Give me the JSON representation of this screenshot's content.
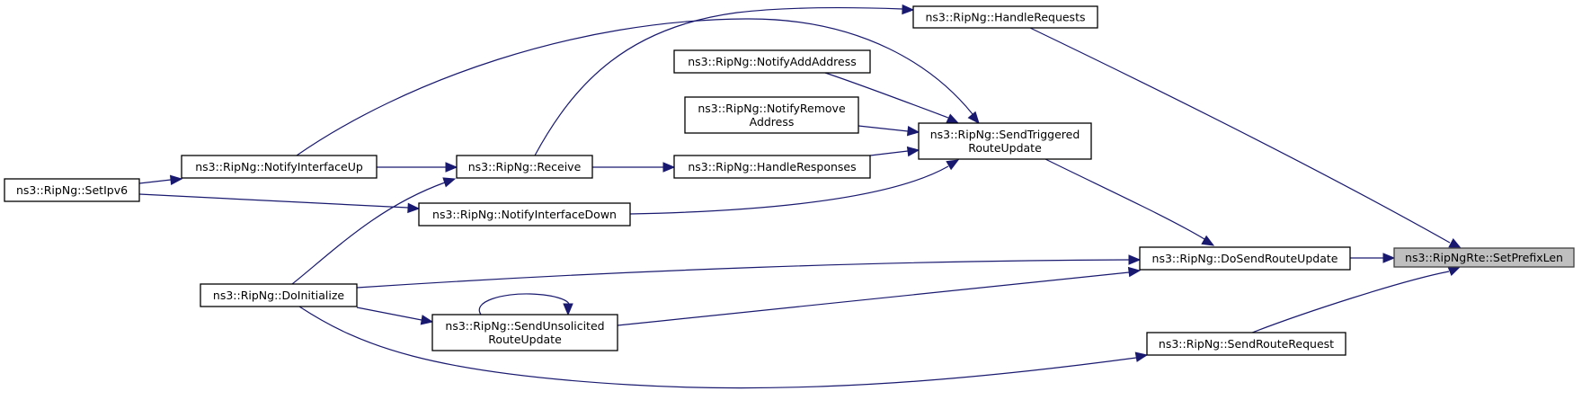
{
  "graph": {
    "type": "call-graph (caller graph)",
    "focus_node": "set_prefix_len",
    "colors": {
      "edge": "#191970",
      "focus_fill": "#bfbfbf",
      "node_fill": "#ffffff",
      "node_border": "#000000"
    },
    "nodes": [
      {
        "id": "set_prefix_len",
        "lines": [
          "ns3::RipNgRte::SetPrefixLen"
        ]
      },
      {
        "id": "handle_requests",
        "lines": [
          "ns3::RipNg::HandleRequests"
        ]
      },
      {
        "id": "notify_add_address",
        "lines": [
          "ns3::RipNg::NotifyAddAddress"
        ]
      },
      {
        "id": "notify_remove_address",
        "lines": [
          "ns3::RipNg::NotifyRemove",
          "Address"
        ]
      },
      {
        "id": "send_triggered_route_update",
        "lines": [
          "ns3::RipNg::SendTriggered",
          "RouteUpdate"
        ]
      },
      {
        "id": "handle_responses",
        "lines": [
          "ns3::RipNg::HandleResponses"
        ]
      },
      {
        "id": "receive",
        "lines": [
          "ns3::RipNg::Receive"
        ]
      },
      {
        "id": "notify_interface_up",
        "lines": [
          "ns3::RipNg::NotifyInterfaceUp"
        ]
      },
      {
        "id": "set_ipv6",
        "lines": [
          "ns3::RipNg::SetIpv6"
        ]
      },
      {
        "id": "notify_interface_down",
        "lines": [
          "ns3::RipNg::NotifyInterfaceDown"
        ]
      },
      {
        "id": "do_send_route_update",
        "lines": [
          "ns3::RipNg::DoSendRouteUpdate"
        ]
      },
      {
        "id": "do_initialize",
        "lines": [
          "ns3::RipNg::DoInitialize"
        ]
      },
      {
        "id": "send_unsolicited_route_update",
        "lines": [
          "ns3::RipNg::SendUnsolicited",
          "RouteUpdate"
        ]
      },
      {
        "id": "send_route_request",
        "lines": [
          "ns3::RipNg::SendRouteRequest"
        ]
      }
    ],
    "edges": [
      {
        "from": "handle_requests",
        "to": "set_prefix_len"
      },
      {
        "from": "do_send_route_update",
        "to": "set_prefix_len"
      },
      {
        "from": "send_route_request",
        "to": "set_prefix_len"
      },
      {
        "from": "receive",
        "to": "handle_requests"
      },
      {
        "from": "send_triggered_route_update",
        "to": "do_send_route_update"
      },
      {
        "from": "notify_add_address",
        "to": "send_triggered_route_update"
      },
      {
        "from": "notify_remove_address",
        "to": "send_triggered_route_update"
      },
      {
        "from": "handle_responses",
        "to": "send_triggered_route_update"
      },
      {
        "from": "notify_interface_up",
        "to": "send_triggered_route_update"
      },
      {
        "from": "notify_interface_down",
        "to": "send_triggered_route_update"
      },
      {
        "from": "receive",
        "to": "handle_responses"
      },
      {
        "from": "notify_interface_up",
        "to": "receive"
      },
      {
        "from": "do_initialize",
        "to": "receive"
      },
      {
        "from": "set_ipv6",
        "to": "notify_interface_up"
      },
      {
        "from": "set_ipv6",
        "to": "notify_interface_down"
      },
      {
        "from": "do_initialize",
        "to": "do_send_route_update"
      },
      {
        "from": "do_initialize",
        "to": "send_unsolicited_route_update"
      },
      {
        "from": "send_unsolicited_route_update",
        "to": "do_send_route_update"
      },
      {
        "from": "send_unsolicited_route_update",
        "to": "send_unsolicited_route_update"
      },
      {
        "from": "do_initialize",
        "to": "send_route_request"
      }
    ]
  }
}
